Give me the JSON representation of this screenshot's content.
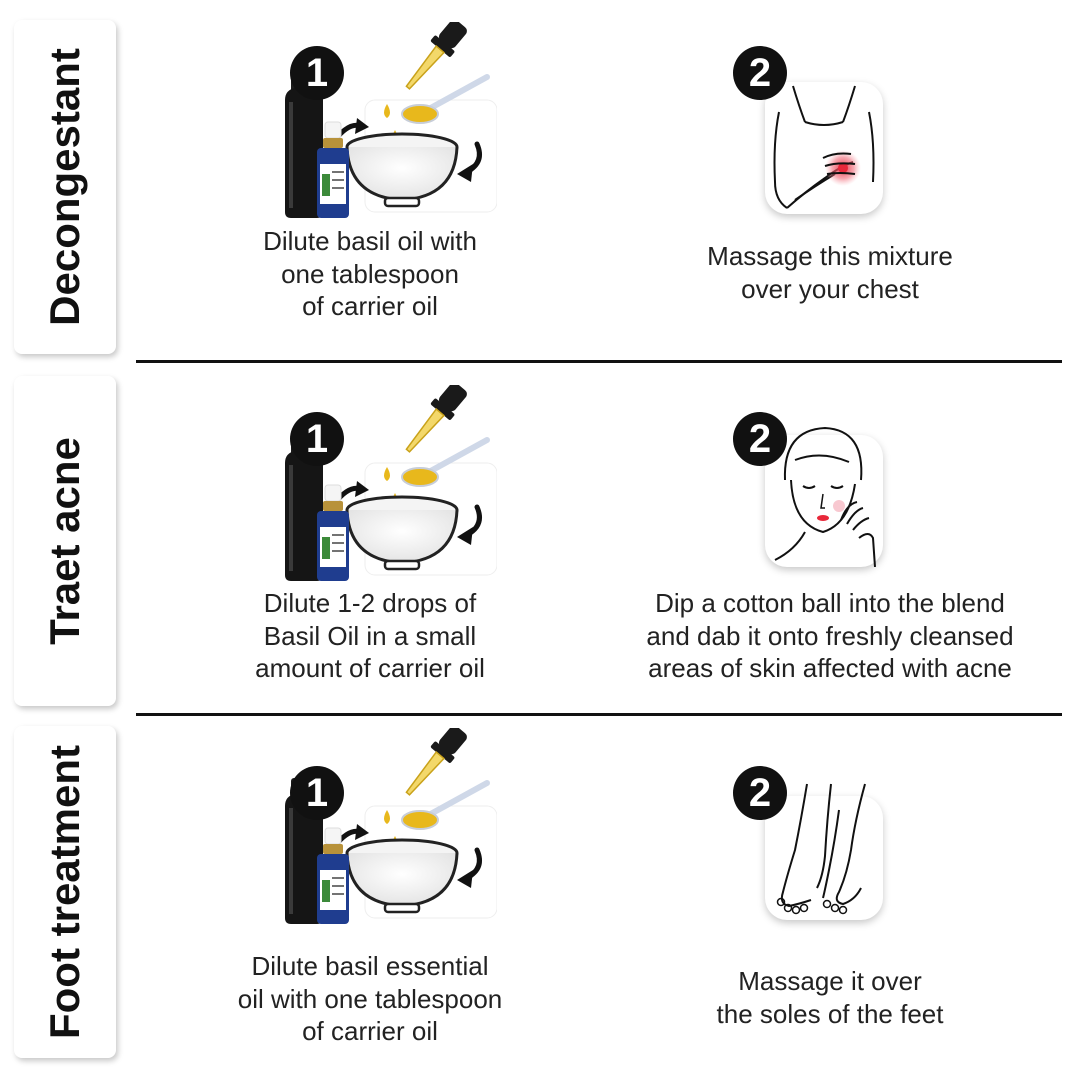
{
  "sections": [
    {
      "title": "Decongestant",
      "step1": {
        "number": "1",
        "caption": "Dilute basil oil with\none tablespoon\nof carrier oil"
      },
      "step2": {
        "number": "2",
        "caption": "Massage this mixture\nover your chest"
      }
    },
    {
      "title": "Traet acne",
      "step1": {
        "number": "1",
        "caption": "Dilute 1-2 drops of\nBasil Oil in a small\namount of carrier oil"
      },
      "step2": {
        "number": "2",
        "caption": "Dip a cotton ball into the blend\nand dab it onto freshly cleansed\nareas of skin affected with acne"
      }
    },
    {
      "title": "Foot treatment",
      "step1": {
        "number": "1",
        "caption": "Dilute basil essential\noil with one tablespoon\nof carrier oil"
      },
      "step2": {
        "number": "2",
        "caption": "Massage it over\nthe soles of the feet"
      }
    }
  ],
  "icons": {
    "mixing": "oil-mixing-icon",
    "chest": "chest-massage-icon",
    "face": "face-dab-icon",
    "feet": "feet-icon"
  },
  "colors": {
    "oil": "#e8b81c",
    "bottle_blue": "#1f3d8f",
    "dark": "#111111",
    "pain": "#e8283a"
  }
}
